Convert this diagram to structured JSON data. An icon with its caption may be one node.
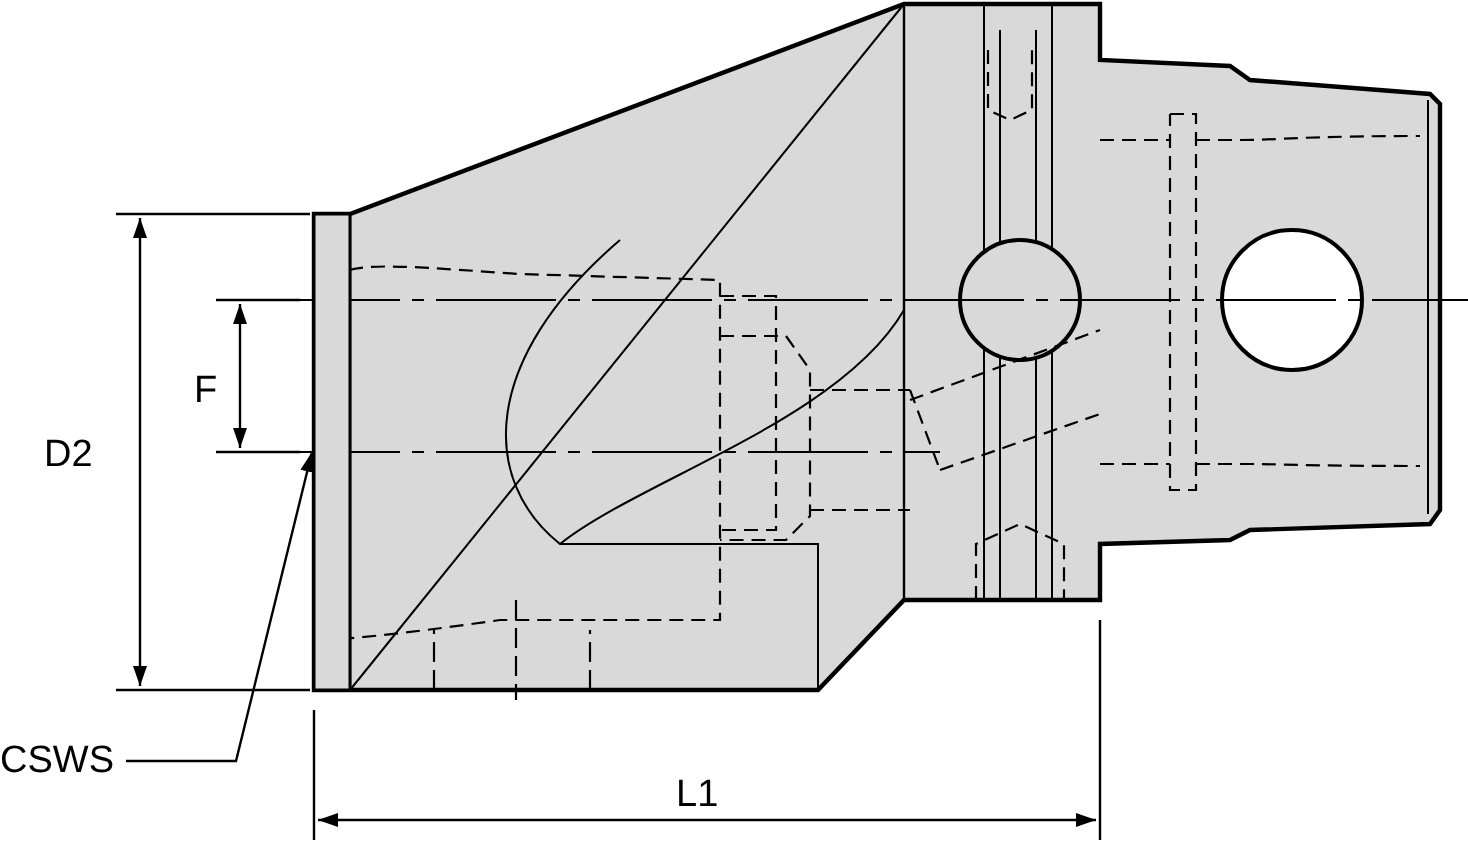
{
  "diagram": {
    "nodes": [
      {
        "text": [
          "CSWS"
        ]
      },
      {
        "text": [],
        "shape": "bar"
      }
    ],
    "edges": [
      {
        "from": 0,
        "to": 1,
        "arrow": "to"
      }
    ],
    "labels": [
      "D2",
      "F",
      "L1"
    ]
  }
}
